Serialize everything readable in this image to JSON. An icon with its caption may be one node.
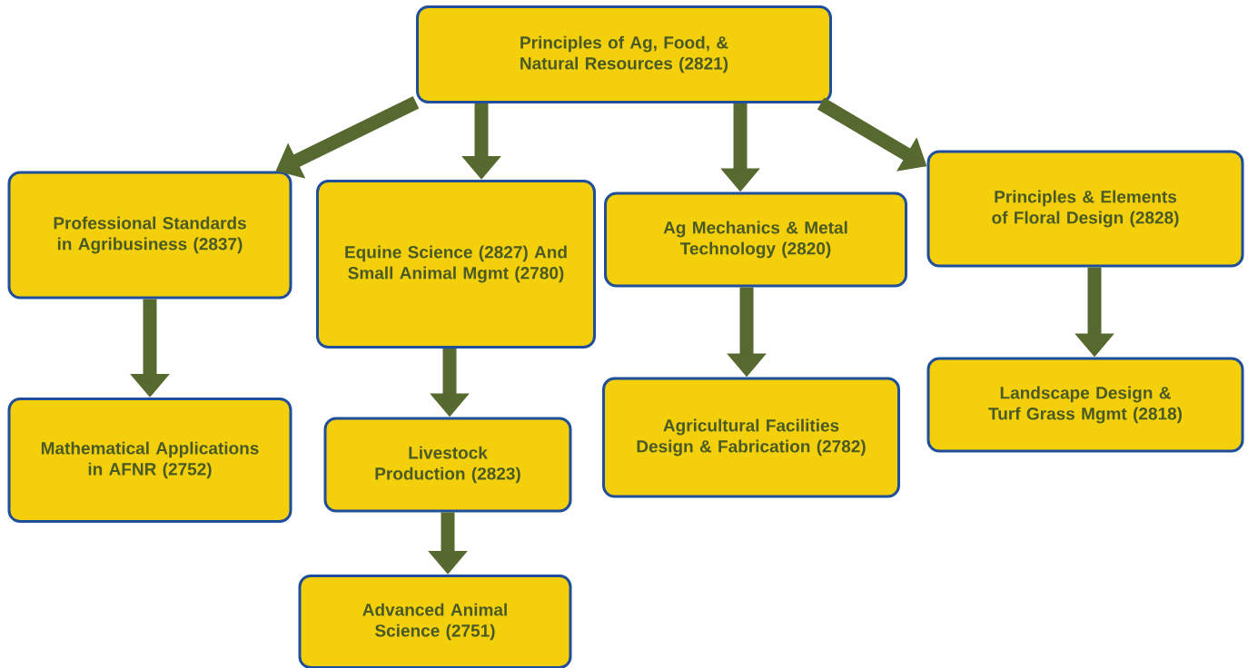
{
  "diagram": {
    "nodes": [
      {
        "text": [
          "Principles of Ag, Food, & Natural Resources (2821)"
        ]
      },
      {
        "text": [
          "Professional Standards in Agribusiness (2837)"
        ]
      },
      {
        "text": [
          "Equine Science (2827) And Small Animal Mgmt (2780)"
        ]
      },
      {
        "text": [
          "Ag Mechanics & Metal Technology (2820)"
        ]
      },
      {
        "text": [
          "Principles & Elements of Floral Design (2828)"
        ]
      },
      {
        "text": [
          "Mathematical Applications in AFNR (2752)"
        ]
      },
      {
        "text": [
          "Livestock Production (2823)"
        ]
      },
      {
        "text": [
          "Agricultural Facilities Design & Fabrication (2782)"
        ]
      },
      {
        "text": [
          "Landscape Design & Turf Grass Mgmt (2818)"
        ]
      },
      {
        "text": [
          "Advanced Animal Science (2751)"
        ]
      }
    ],
    "edges": [
      {
        "from": 0,
        "to": 1,
        "arrow": "to"
      },
      {
        "from": 0,
        "to": 2,
        "arrow": "to"
      },
      {
        "from": 0,
        "to": 3,
        "arrow": "to"
      },
      {
        "from": 0,
        "to": 4,
        "arrow": "to"
      },
      {
        "from": 1,
        "to": 5,
        "arrow": "to"
      },
      {
        "from": 2,
        "to": 6,
        "arrow": "to"
      },
      {
        "from": 6,
        "to": 9,
        "arrow": "to"
      },
      {
        "from": 3,
        "to": 7,
        "arrow": "to"
      },
      {
        "from": 4,
        "to": 8,
        "arrow": "to"
      }
    ]
  }
}
